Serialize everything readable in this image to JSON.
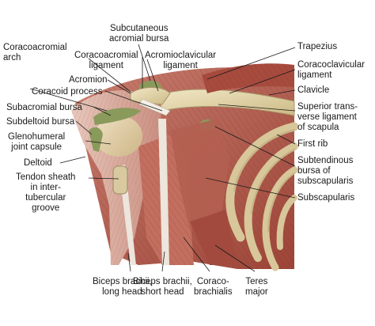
{
  "labels": {
    "coracoacromial_arch": "Coracoacromial\narch",
    "subcutaneous_acromial_bursa": "Subcutaneous\nacromial bursa",
    "coracoacromial_ligament": "Coracoacromial\nligament",
    "acromioclavicular_ligament": "Acromioclavicular\nligament",
    "acromion": "Acromion",
    "coracoid_process": "Coracoid process",
    "subacromial_bursa": "Subacromial bursa",
    "subdeltoid_bursa": "Subdeltoid bursa",
    "glenohumeral_joint_capsule": "Glenohumeral\njoint capsule",
    "deltoid": "Deltoid",
    "tendon_sheath": "Tendon sheath\nin inter-\ntubercular\ngroove",
    "trapezius": "Trapezius",
    "coracoclavicular_ligament": "Coracoclavicular\nligament",
    "clavicle": "Clavicle",
    "superior_transverse_ligament": "Superior trans-\nverse ligament\nof scapula",
    "first_rib": "First rib",
    "subtendinous_bursa": "Subtendinous\nbursa of\nsubscapularis",
    "subscapularis": "Subscapularis",
    "biceps_long_head": "Biceps brachii,\nlong head",
    "biceps_short_head": "Biceps brachii,\nshort head",
    "coracobrachialis": "Coraco-\nbrachialis",
    "teres_major": "Teres\nmajor"
  },
  "colors": {
    "background": "#ffffff",
    "muscle": "#b9574a",
    "muscle_light": "#d49a8c",
    "bone": "#e6d9b0",
    "bursa": "#8a9a5b",
    "tendon": "#ece6dc",
    "label_text": "#1a1a1a"
  }
}
